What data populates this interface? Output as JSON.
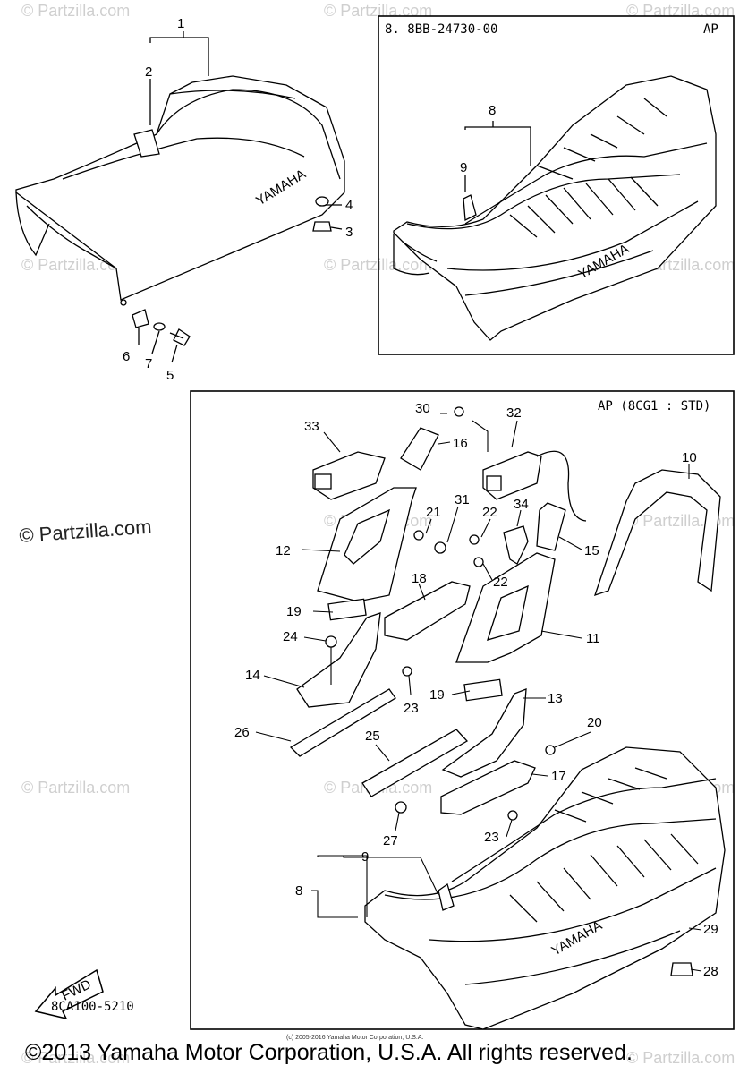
{
  "watermark": "© Partzilla.com",
  "inset_top": {
    "part_ref": "8. 8BB-24730-00",
    "tag": "AP"
  },
  "inset_bottom": {
    "tag": "AP (8CG1 : STD)"
  },
  "seat_brand": "YAMAHA",
  "fwd_label": "FWD",
  "diagram_code": "8CA100-5210",
  "fine_print": "(c) 2005-2016 Yamaha Motor Corporation, U.S.A.",
  "copyright": "©2013 Yamaha Motor Corporation, U.S.A. All rights reserved.",
  "callouts": {
    "c1": "1",
    "c2": "2",
    "c3": "3",
    "c4": "4",
    "c5": "5",
    "c6": "6",
    "c7": "7",
    "c8a": "8",
    "c9a": "9",
    "c30": "30",
    "c32": "32",
    "c33": "33",
    "c16": "16",
    "c10": "10",
    "c21": "21",
    "c31": "31",
    "c22a": "22",
    "c34": "34",
    "c12": "12",
    "c15": "15",
    "c18": "18",
    "c22b": "22",
    "c19a": "19",
    "c11": "11",
    "c24": "24",
    "c14": "14",
    "c23a": "23",
    "c19b": "19",
    "c13": "13",
    "c20": "20",
    "c26": "26",
    "c25": "25",
    "c17": "17",
    "c27": "27",
    "c23b": "23",
    "c9b": "9",
    "c8b": "8",
    "c29": "29",
    "c28": "28"
  }
}
